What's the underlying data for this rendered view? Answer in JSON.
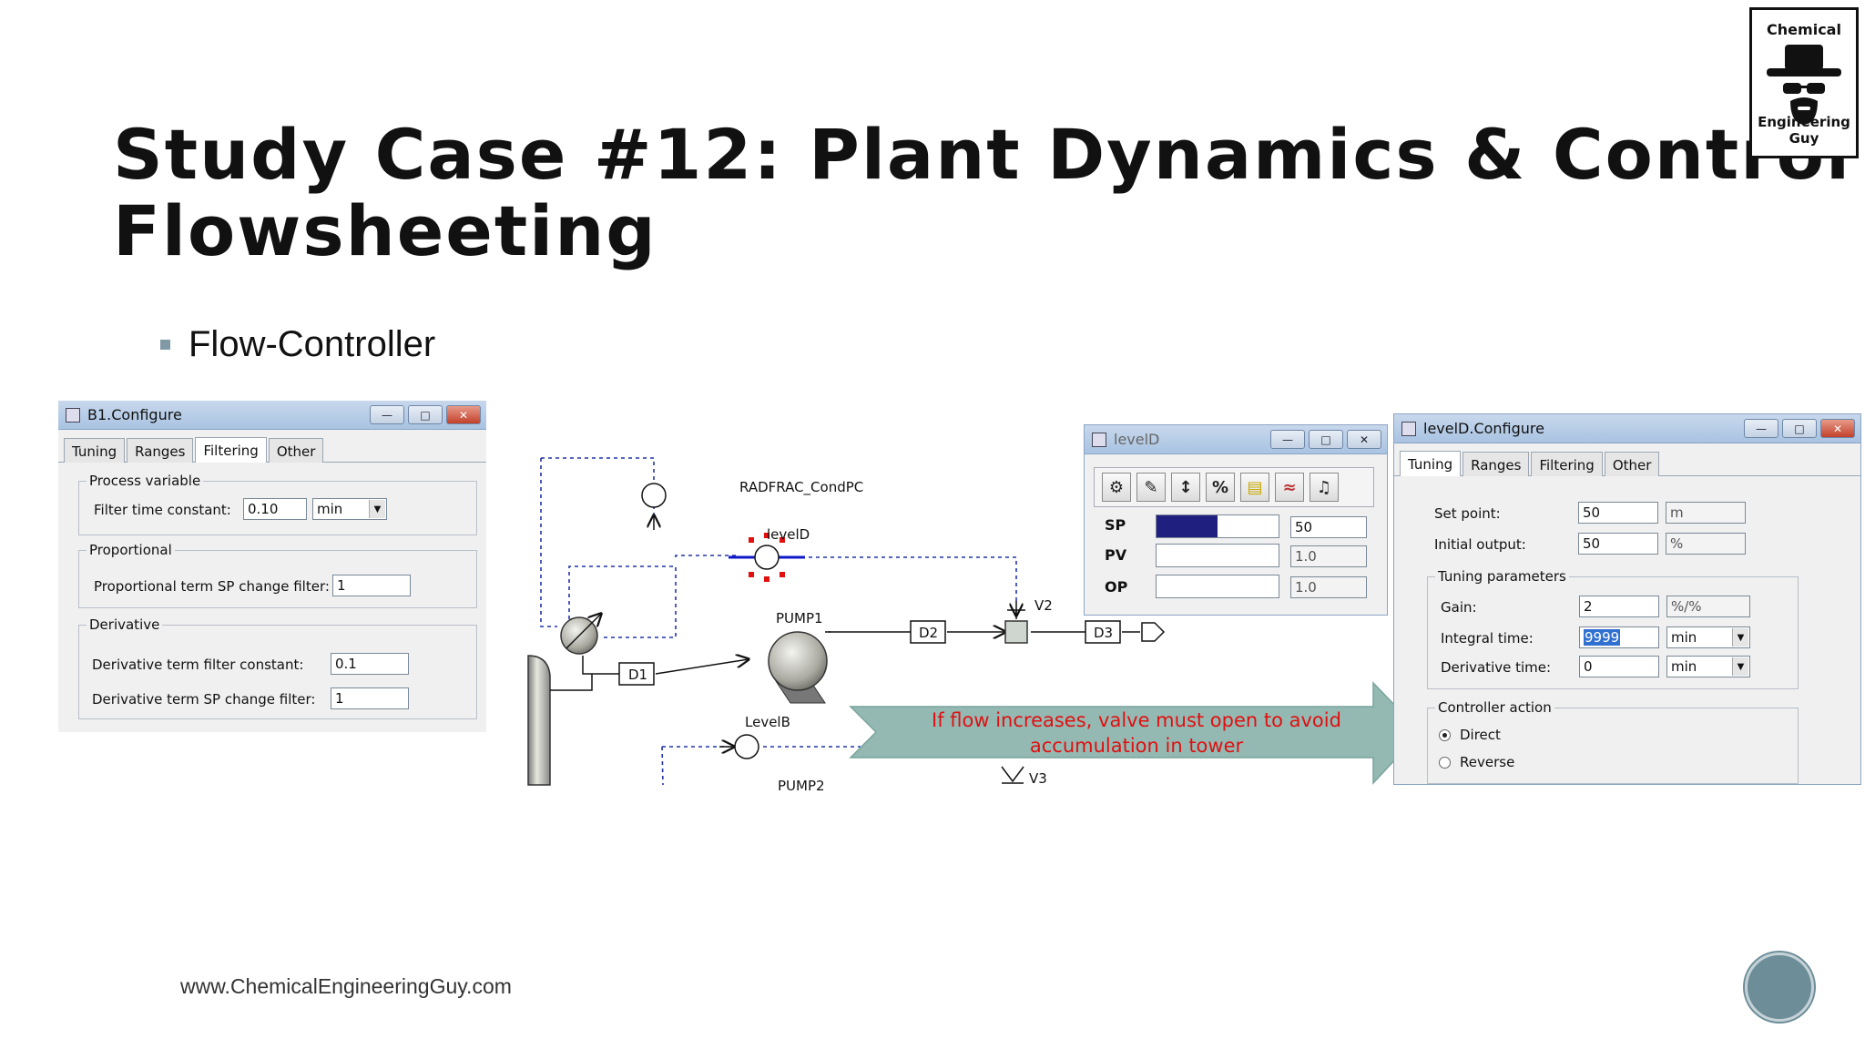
{
  "slide": {
    "title_line1": "Study Case #12: Plant Dynamics & Control",
    "title_line2": "Flowsheeting",
    "bullet": "Flow-Controller",
    "footer_url": "www.ChemicalEngineeringGuy.com",
    "logo_top": "Chemical",
    "logo_bottom": "Engineering Guy"
  },
  "b1_configure": {
    "title": "B1.Configure",
    "tabs": [
      "Tuning",
      "Ranges",
      "Filtering",
      "Other"
    ],
    "active_tab": "Filtering",
    "process_variable": {
      "group": "Process variable",
      "filter_label": "Filter time constant:",
      "filter_value": "0.10",
      "filter_unit": "min"
    },
    "proportional": {
      "group": "Proportional",
      "sp_filter_label": "Proportional term SP change filter:",
      "sp_filter_value": "1"
    },
    "derivative": {
      "group": "Derivative",
      "filter_label": "Derivative term filter constant:",
      "filter_value": "0.1",
      "sp_filter_label": "Derivative term SP change filter:",
      "sp_filter_value": "1"
    }
  },
  "diagram": {
    "labels": {
      "radfrac": "RADFRAC_CondPC",
      "levelD": "levelD",
      "pump1": "PUMP1",
      "levelB": "LevelB",
      "pump2": "PUMP2",
      "d1": "D1",
      "d2": "D2",
      "d3": "D3",
      "v2": "V2",
      "v3": "V3"
    },
    "callout_line1": "If flow increases, valve must open to avoid",
    "callout_line2": "accumulation in tower",
    "callout_color": "#e01010"
  },
  "leveld_faceplate": {
    "title": "levelD",
    "toolbar_icons": [
      "controller-icon",
      "tuning-icon",
      "setpoint-icon",
      "percent-icon",
      "notes-icon",
      "trend-icon",
      "alarm-icon"
    ],
    "percent_glyph": "%",
    "sp_label": "SP",
    "sp_value": "50",
    "sp_fraction": 0.5,
    "pv_label": "PV",
    "pv_value": "1.0",
    "op_label": "OP",
    "op_value": "1.0"
  },
  "leveld_configure": {
    "title": "levelD.Configure",
    "tabs": [
      "Tuning",
      "Ranges",
      "Filtering",
      "Other"
    ],
    "active_tab": "Tuning",
    "set_point_label": "Set point:",
    "set_point_value": "50",
    "set_point_unit": "m",
    "initial_output_label": "Initial output:",
    "initial_output_value": "50",
    "initial_output_unit": "%",
    "tuning_group": "Tuning parameters",
    "gain_label": "Gain:",
    "gain_value": "2",
    "gain_unit": "%/%",
    "integral_label": "Integral time:",
    "integral_value": "9999",
    "integral_unit": "min",
    "derivative_label": "Derivative time:",
    "derivative_value": "0",
    "derivative_unit": "min",
    "action_group": "Controller action",
    "direct_label": "Direct",
    "reverse_label": "Reverse",
    "selected_action": "Direct"
  }
}
